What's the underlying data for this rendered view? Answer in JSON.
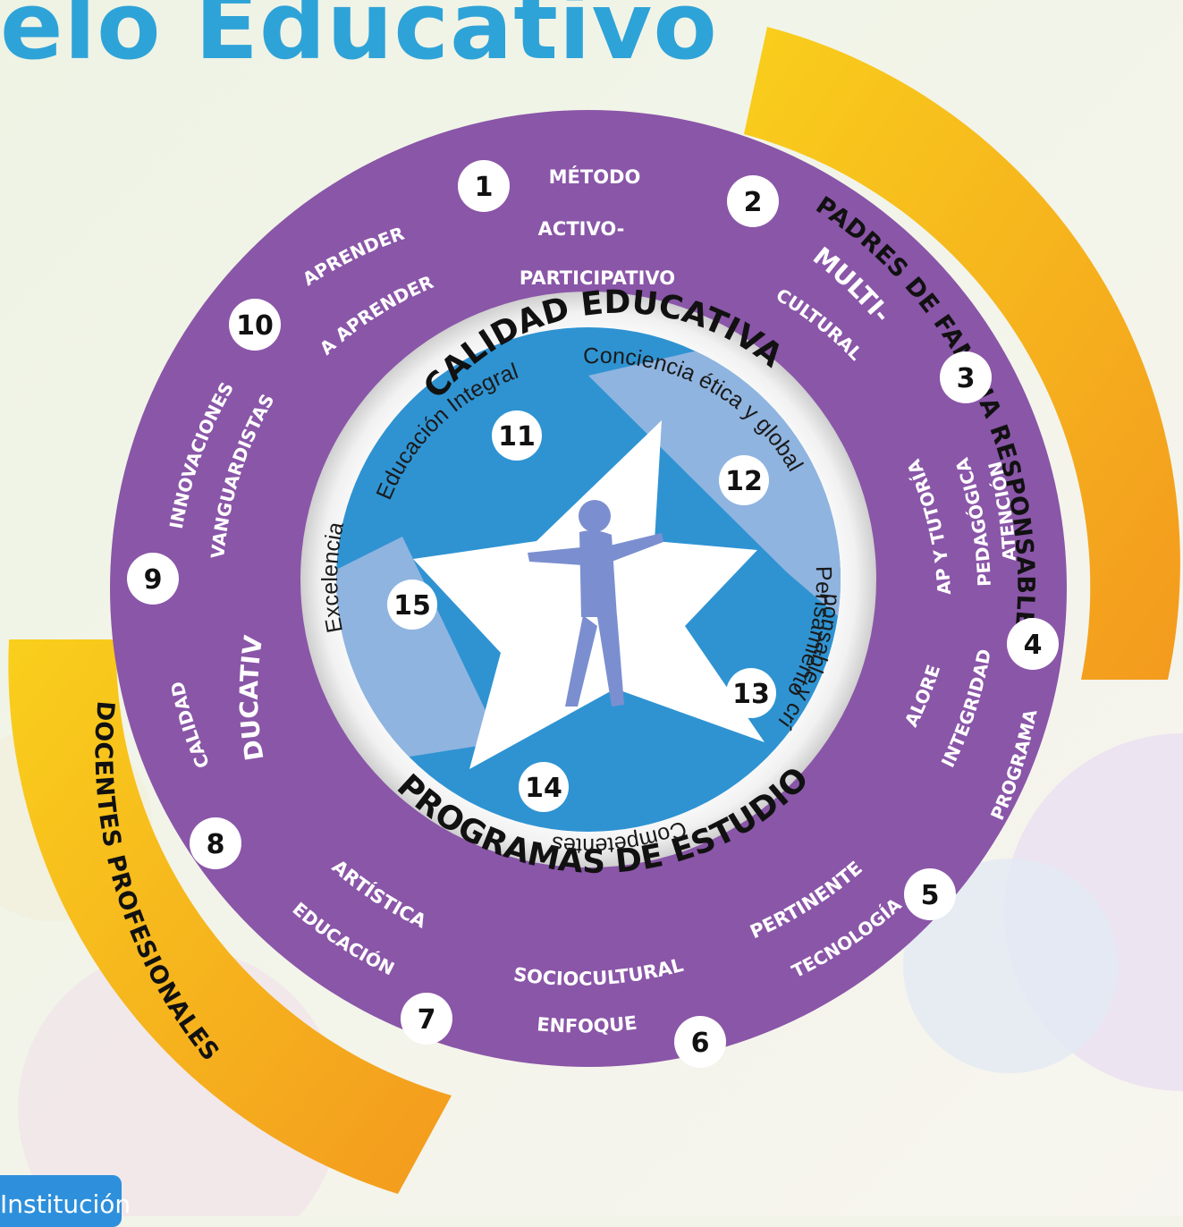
{
  "title": "elo Educativo",
  "outer_labels": {
    "padres": "PADRES DE FAMILIA RESPONSABLES",
    "docentes": "DOCENTES PROFESIONALES"
  },
  "pillars": [
    {
      "num": "1",
      "lines": [
        "MÉTODO",
        "ACTIVO-",
        "PARTICIPATIVO"
      ]
    },
    {
      "num": "2",
      "lines": [
        "MULTI-",
        "CULTURAL"
      ]
    },
    {
      "num": "3",
      "lines": [
        "ATENCIÓN",
        "PEDAGÓGICA",
        "DAP Y TUTORÍAS"
      ]
    },
    {
      "num": "4",
      "lines": [
        "PROGRAMA",
        "INTEGRIDAD",
        "VALORES"
      ]
    },
    {
      "num": "5",
      "lines": [
        "TECNOLOGÍA",
        "PERTINENTE"
      ]
    },
    {
      "num": "6",
      "lines": [
        "ENFOQUE",
        "SOCIOCULTURAL"
      ]
    },
    {
      "num": "7",
      "lines": [
        "EDUCACIÓN",
        "ARTÍSTICA"
      ]
    },
    {
      "num": "8",
      "lines": [
        "CALIDAD",
        "EDUCATIVA"
      ]
    },
    {
      "num": "9",
      "lines": [
        "INNOVACIONES",
        "VANGUARDISTAS"
      ]
    },
    {
      "num": "10",
      "lines": [
        "APRENDER",
        "A APRENDER"
      ]
    }
  ],
  "ring": {
    "top": "CALIDAD EDUCATIVA",
    "bottom": "PROGRAMAS DE ESTUDIO"
  },
  "inner_texts": {
    "educacion_integral": "Educación Integral",
    "conciencia": "Conciencia ética y global",
    "pensamiento": "Pensamiento",
    "responsable": "Responsable y crítico",
    "competentes": "Competentes",
    "excelencia": "Excelencia"
  },
  "star_numbers": [
    "11",
    "12",
    "13",
    "14",
    "15"
  ],
  "footer_tab": "Institución",
  "colors": {
    "purple": "#8a56a8",
    "yellow": "#f7c01a",
    "orange": "#f5a623",
    "blue": "#2f93d2",
    "light_blue": "#8fb4e0",
    "title_blue": "#2ea3d8"
  }
}
